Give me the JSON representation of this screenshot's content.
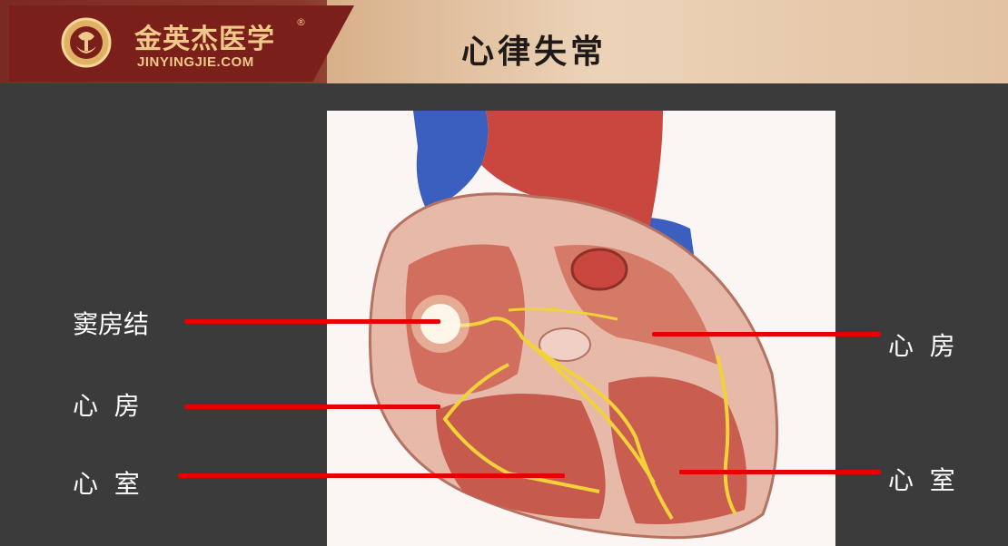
{
  "header": {
    "logo_cn": "金英杰医学",
    "logo_registered": "®",
    "logo_en": "JINYINGJIE.COM",
    "title": "心律失常"
  },
  "labels": {
    "left_sinus_node": "窦房结",
    "left_atrium": "心  房",
    "left_ventricle": "心  室",
    "right_atrium": "心  房",
    "right_ventricle": "心  室"
  },
  "colors": {
    "header_dark": "#7b1f1a",
    "logo_gold": "#f0c98a",
    "pointer_red": "#e60000",
    "background": "#3b3b3b"
  },
  "image": {
    "subject": "heart cross-section with cardiac conduction system",
    "icon": "heart-illustration"
  }
}
